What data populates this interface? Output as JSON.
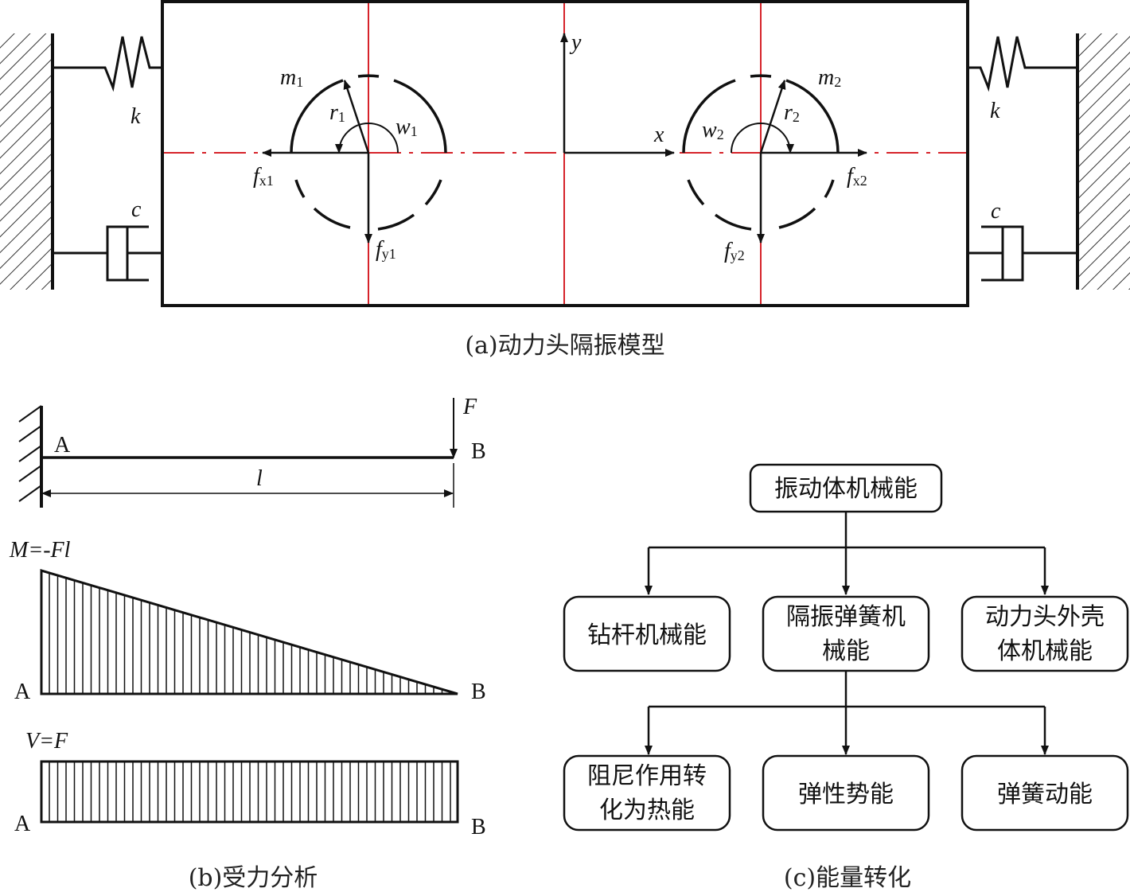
{
  "captions": {
    "a": "(a)动力头隔振模型",
    "b": "(b)受力分析",
    "c": "(c)能量转化"
  },
  "model": {
    "spring_left": "k",
    "spring_right": "k",
    "damper_left": "c",
    "damper_right": "c",
    "axis_x": "x",
    "axis_y": "y",
    "mass1": {
      "sym": "m",
      "sub": "1"
    },
    "mass2": {
      "sym": "m",
      "sub": "2"
    },
    "radius1": {
      "sym": "r",
      "sub": "1"
    },
    "radius2": {
      "sym": "r",
      "sub": "2"
    },
    "omega1": {
      "sym": "w",
      "sub": "1"
    },
    "omega2": {
      "sym": "w",
      "sub": "2"
    },
    "fx1": {
      "sym": "f",
      "sub": "x1"
    },
    "fy1": {
      "sym": "f",
      "sub": "y1"
    },
    "fx2": {
      "sym": "f",
      "sub": "x2"
    },
    "fy2": {
      "sym": "f",
      "sub": "y2"
    }
  },
  "beam": {
    "force": "F",
    "end_a": "A",
    "end_b": "B",
    "length": "l",
    "moment_label": "M=-Fl",
    "shear_label": "V=F",
    "moment_a": "A",
    "moment_b": "B",
    "shear_a": "A",
    "shear_b": "B"
  },
  "energy": {
    "root": "振动体机械能",
    "level1": [
      [
        "钻杆机械能"
      ],
      [
        "隔振弹簧机",
        "械能"
      ],
      [
        "动力头外壳",
        "体机械能"
      ]
    ],
    "level2": [
      [
        "阻尼作用转",
        "化为热能"
      ],
      [
        "弹性势能"
      ],
      [
        "弹簧动能"
      ]
    ]
  },
  "colors": {
    "line": "#111111",
    "centerline": "#d6232a"
  }
}
